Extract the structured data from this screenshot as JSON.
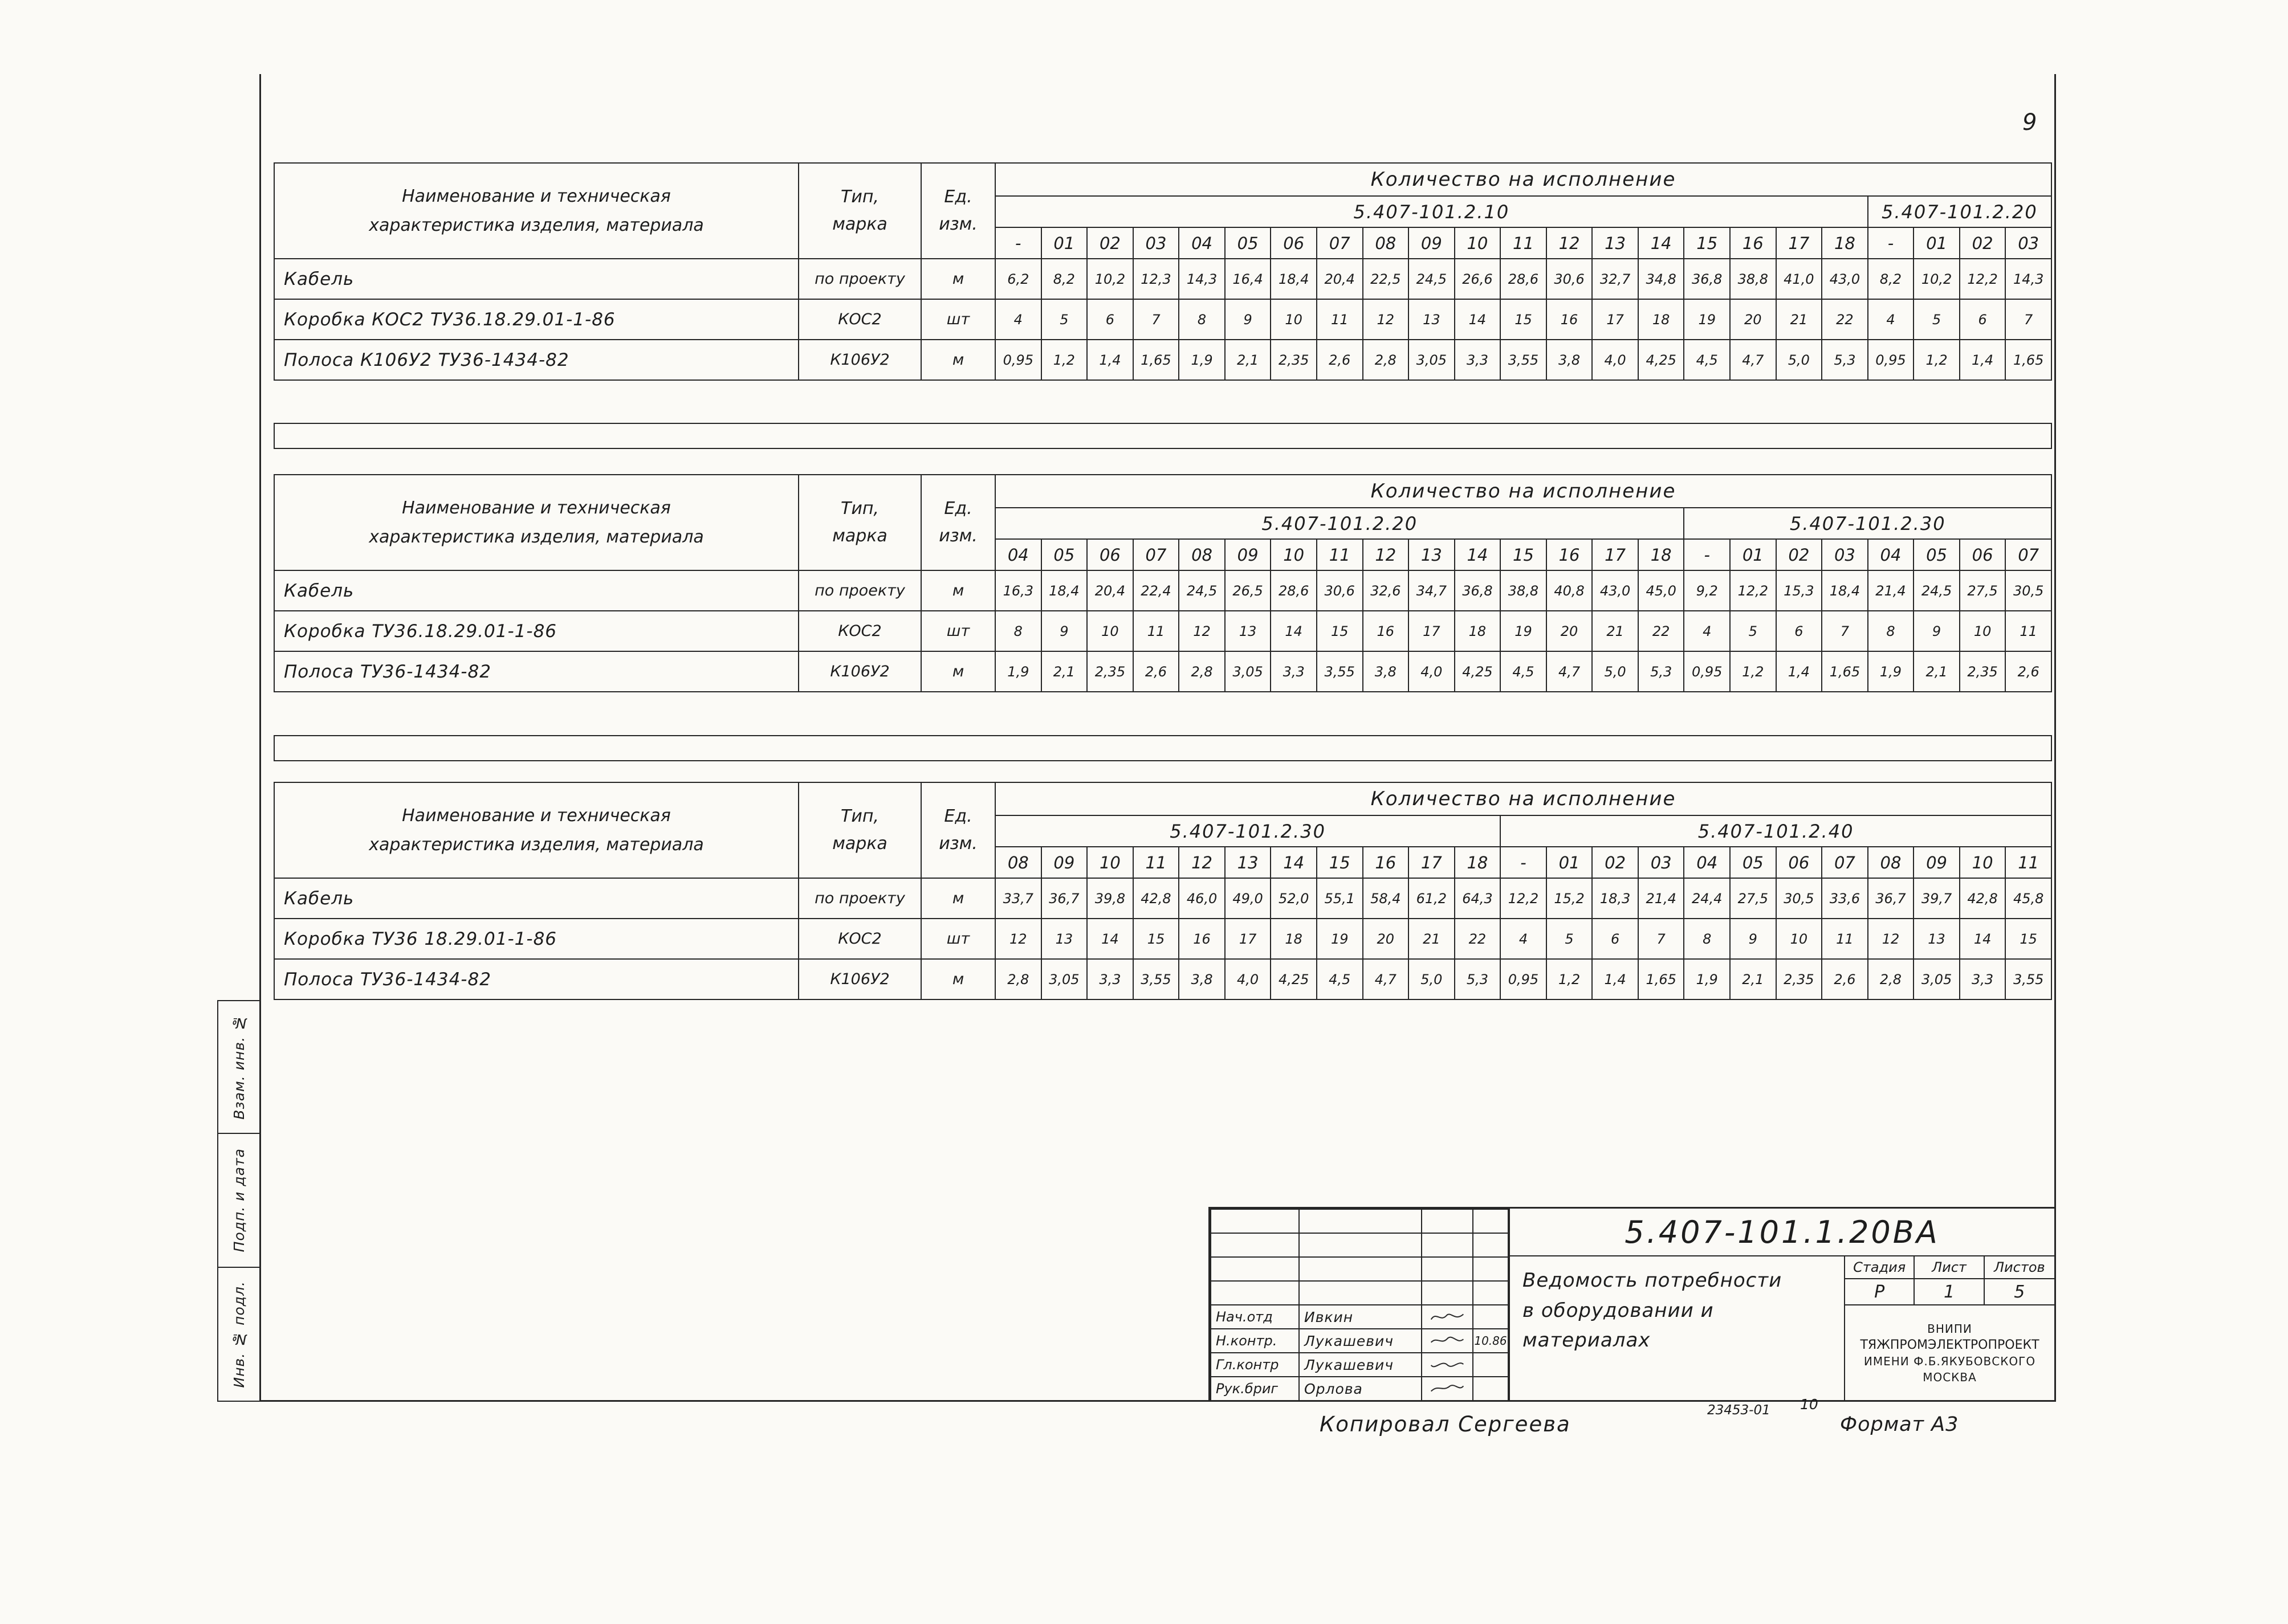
{
  "page": {
    "number": "9",
    "copied_label": "Копировал  Сергеева",
    "doc_number": "23453-01",
    "sheet_small": "10",
    "format_label": "Формат А3"
  },
  "side_labels": [
    "Взам. инв. №",
    "Подп. и дата",
    "Инв. № подл."
  ],
  "table_headers": {
    "name": [
      "Наименование и техническая",
      "характеристика изделия, материала"
    ],
    "type": [
      "Тип,",
      "марка"
    ],
    "unit": [
      "Ед.",
      "изм."
    ],
    "qty": "Количество на исполнение"
  },
  "tables": [
    {
      "groups": [
        {
          "label": "5.407-101.2.10",
          "span": 19
        },
        {
          "label": "5.407-101.2.20",
          "span": 4
        }
      ],
      "col_headers": [
        "-",
        "01",
        "02",
        "03",
        "04",
        "05",
        "06",
        "07",
        "08",
        "09",
        "10",
        "11",
        "12",
        "13",
        "14",
        "15",
        "16",
        "17",
        "18",
        "-",
        "01",
        "02",
        "03"
      ],
      "rows": [
        {
          "name": "Кабель",
          "type": "по проекту",
          "unit": "м",
          "values": [
            "6,2",
            "8,2",
            "10,2",
            "12,3",
            "14,3",
            "16,4",
            "18,4",
            "20,4",
            "22,5",
            "24,5",
            "26,6",
            "28,6",
            "30,6",
            "32,7",
            "34,8",
            "36,8",
            "38,8",
            "41,0",
            "43,0",
            "8,2",
            "10,2",
            "12,2",
            "14,3"
          ]
        },
        {
          "name": "Коробка КОС2 ТУ36.18.29.01-1-86",
          "type": "КОС2",
          "unit": "шт",
          "values": [
            "4",
            "5",
            "6",
            "7",
            "8",
            "9",
            "10",
            "11",
            "12",
            "13",
            "14",
            "15",
            "16",
            "17",
            "18",
            "19",
            "20",
            "21",
            "22",
            "4",
            "5",
            "6",
            "7"
          ]
        },
        {
          "name": "Полоса К106У2 ТУ36-1434-82",
          "type": "К106У2",
          "unit": "м",
          "values": [
            "0,95",
            "1,2",
            "1,4",
            "1,65",
            "1,9",
            "2,1",
            "2,35",
            "2,6",
            "2,8",
            "3,05",
            "3,3",
            "3,55",
            "3,8",
            "4,0",
            "4,25",
            "4,5",
            "4,7",
            "5,0",
            "5,3",
            "0,95",
            "1,2",
            "1,4",
            "1,65"
          ]
        }
      ]
    },
    {
      "groups": [
        {
          "label": "5.407-101.2.20",
          "span": 15
        },
        {
          "label": "5.407-101.2.30",
          "span": 8
        }
      ],
      "col_headers": [
        "04",
        "05",
        "06",
        "07",
        "08",
        "09",
        "10",
        "11",
        "12",
        "13",
        "14",
        "15",
        "16",
        "17",
        "18",
        "-",
        "01",
        "02",
        "03",
        "04",
        "05",
        "06",
        "07"
      ],
      "rows": [
        {
          "name": "Кабель",
          "type": "по проекту",
          "unit": "м",
          "values": [
            "16,3",
            "18,4",
            "20,4",
            "22,4",
            "24,5",
            "26,5",
            "28,6",
            "30,6",
            "32,6",
            "34,7",
            "36,8",
            "38,8",
            "40,8",
            "43,0",
            "45,0",
            "9,2",
            "12,2",
            "15,3",
            "18,4",
            "21,4",
            "24,5",
            "27,5",
            "30,5"
          ]
        },
        {
          "name": "Коробка ТУ36.18.29.01-1-86",
          "type": "КОС2",
          "unit": "шт",
          "values": [
            "8",
            "9",
            "10",
            "11",
            "12",
            "13",
            "14",
            "15",
            "16",
            "17",
            "18",
            "19",
            "20",
            "21",
            "22",
            "4",
            "5",
            "6",
            "7",
            "8",
            "9",
            "10",
            "11"
          ]
        },
        {
          "name": "Полоса ТУ36-1434-82",
          "type": "К106У2",
          "unit": "м",
          "values": [
            "1,9",
            "2,1",
            "2,35",
            "2,6",
            "2,8",
            "3,05",
            "3,3",
            "3,55",
            "3,8",
            "4,0",
            "4,25",
            "4,5",
            "4,7",
            "5,0",
            "5,3",
            "0,95",
            "1,2",
            "1,4",
            "1,65",
            "1,9",
            "2,1",
            "2,35",
            "2,6"
          ]
        }
      ]
    },
    {
      "groups": [
        {
          "label": "5.407-101.2.30",
          "span": 11
        },
        {
          "label": "5.407-101.2.40",
          "span": 12
        }
      ],
      "col_headers": [
        "08",
        "09",
        "10",
        "11",
        "12",
        "13",
        "14",
        "15",
        "16",
        "17",
        "18",
        "-",
        "01",
        "02",
        "03",
        "04",
        "05",
        "06",
        "07",
        "08",
        "09",
        "10",
        "11"
      ],
      "rows": [
        {
          "name": "Кабель",
          "type": "по проекту",
          "unit": "м",
          "values": [
            "33,7",
            "36,7",
            "39,8",
            "42,8",
            "46,0",
            "49,0",
            "52,0",
            "55,1",
            "58,4",
            "61,2",
            "64,3",
            "12,2",
            "15,2",
            "18,3",
            "21,4",
            "24,4",
            "27,5",
            "30,5",
            "33,6",
            "36,7",
            "39,7",
            "42,8",
            "45,8"
          ]
        },
        {
          "name": "Коробка ТУ36 18.29.01-1-86",
          "type": "КОС2",
          "unit": "шт",
          "values": [
            "12",
            "13",
            "14",
            "15",
            "16",
            "17",
            "18",
            "19",
            "20",
            "21",
            "22",
            "4",
            "5",
            "6",
            "7",
            "8",
            "9",
            "10",
            "11",
            "12",
            "13",
            "14",
            "15"
          ]
        },
        {
          "name": "Полоса ТУ36-1434-82",
          "type": "К106У2",
          "unit": "м",
          "values": [
            "2,8",
            "3,05",
            "3,3",
            "3,55",
            "3,8",
            "4,0",
            "4,25",
            "4,5",
            "4,7",
            "5,0",
            "5,3",
            "0,95",
            "1,2",
            "1,4",
            "1,65",
            "1,9",
            "2,1",
            "2,35",
            "2,6",
            "2,8",
            "3,05",
            "3,3",
            "3,55"
          ]
        }
      ]
    }
  ],
  "title_block": {
    "code": "5.407-101.1.20ВА",
    "signatures": [
      {
        "role": "Нач.отд",
        "name": "Ивкин",
        "date": ""
      },
      {
        "role": "Н.контр.",
        "name": "Лукашевич",
        "date": "10.86"
      },
      {
        "role": "Гл.контр",
        "name": "Лукашевич",
        "date": ""
      },
      {
        "role": "Рук.бриг",
        "name": "Орлова",
        "date": ""
      }
    ],
    "title_lines": [
      "Ведомость потребности",
      "в оборудовании и",
      "материалах"
    ],
    "stage_headers": [
      "Стадия",
      "Лист",
      "Листов"
    ],
    "stage_values": [
      "Р",
      "1",
      "5"
    ],
    "org": [
      "ВНИПИ",
      "ТЯЖПРОМЭЛЕКТРОПРОЕКТ",
      "ИМЕНИ Ф.Б.ЯКУБОВСКОГО",
      "МОСКВА"
    ]
  }
}
